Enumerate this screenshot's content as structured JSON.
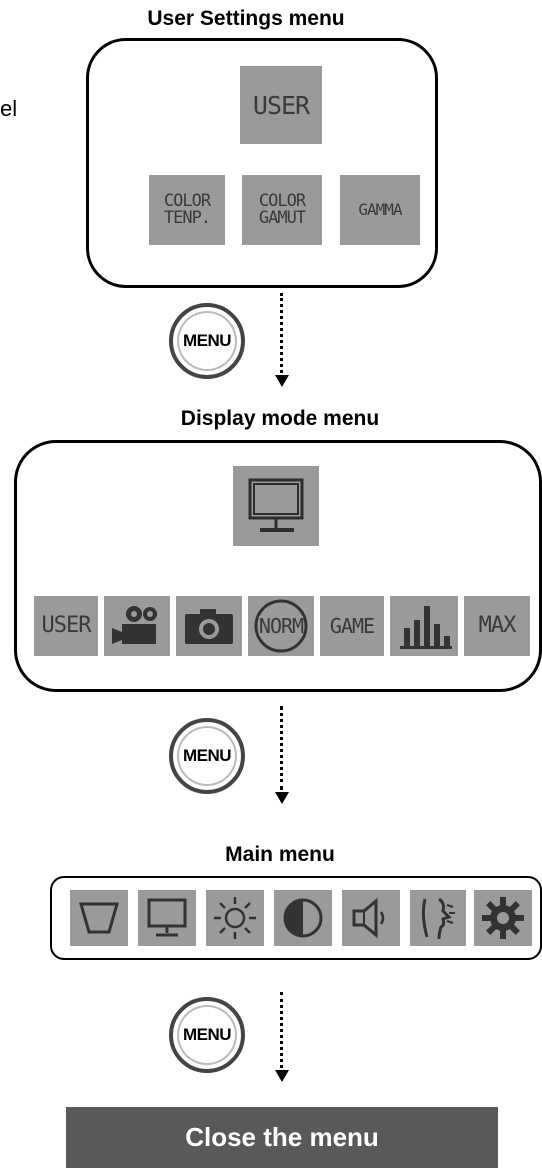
{
  "side_label": "el",
  "user_settings": {
    "title": "User Settings menu",
    "top_tile": "USER",
    "tiles": [
      {
        "line1": "COLOR",
        "line2": "TENP."
      },
      {
        "line1": "COLOR",
        "line2": "GAMUT"
      },
      {
        "line1": "GAMMA",
        "line2": ""
      }
    ]
  },
  "menu_button_label": "MENU",
  "display_mode": {
    "title": "Display mode menu",
    "top_icon": "monitor-icon",
    "tiles": [
      {
        "type": "text",
        "label": "USER"
      },
      {
        "type": "icon",
        "icon": "video-camera-icon"
      },
      {
        "type": "icon",
        "icon": "camera-icon"
      },
      {
        "type": "text",
        "label": "NORM"
      },
      {
        "type": "text",
        "label": "GAME"
      },
      {
        "type": "icon",
        "icon": "bar-chart-icon"
      },
      {
        "type": "text",
        "label": "MAX"
      }
    ]
  },
  "main_menu": {
    "title": "Main menu",
    "icons": [
      "trapezoid-icon",
      "monitor-icon",
      "brightness-icon",
      "contrast-icon",
      "speaker-icon",
      "face-profile-icon",
      "gear-icon"
    ]
  },
  "close": {
    "label": "Close the menu"
  },
  "colors": {
    "tile": "#9a9a9a",
    "tile_ink": "#3a3a3a",
    "close_bg": "#595959"
  }
}
